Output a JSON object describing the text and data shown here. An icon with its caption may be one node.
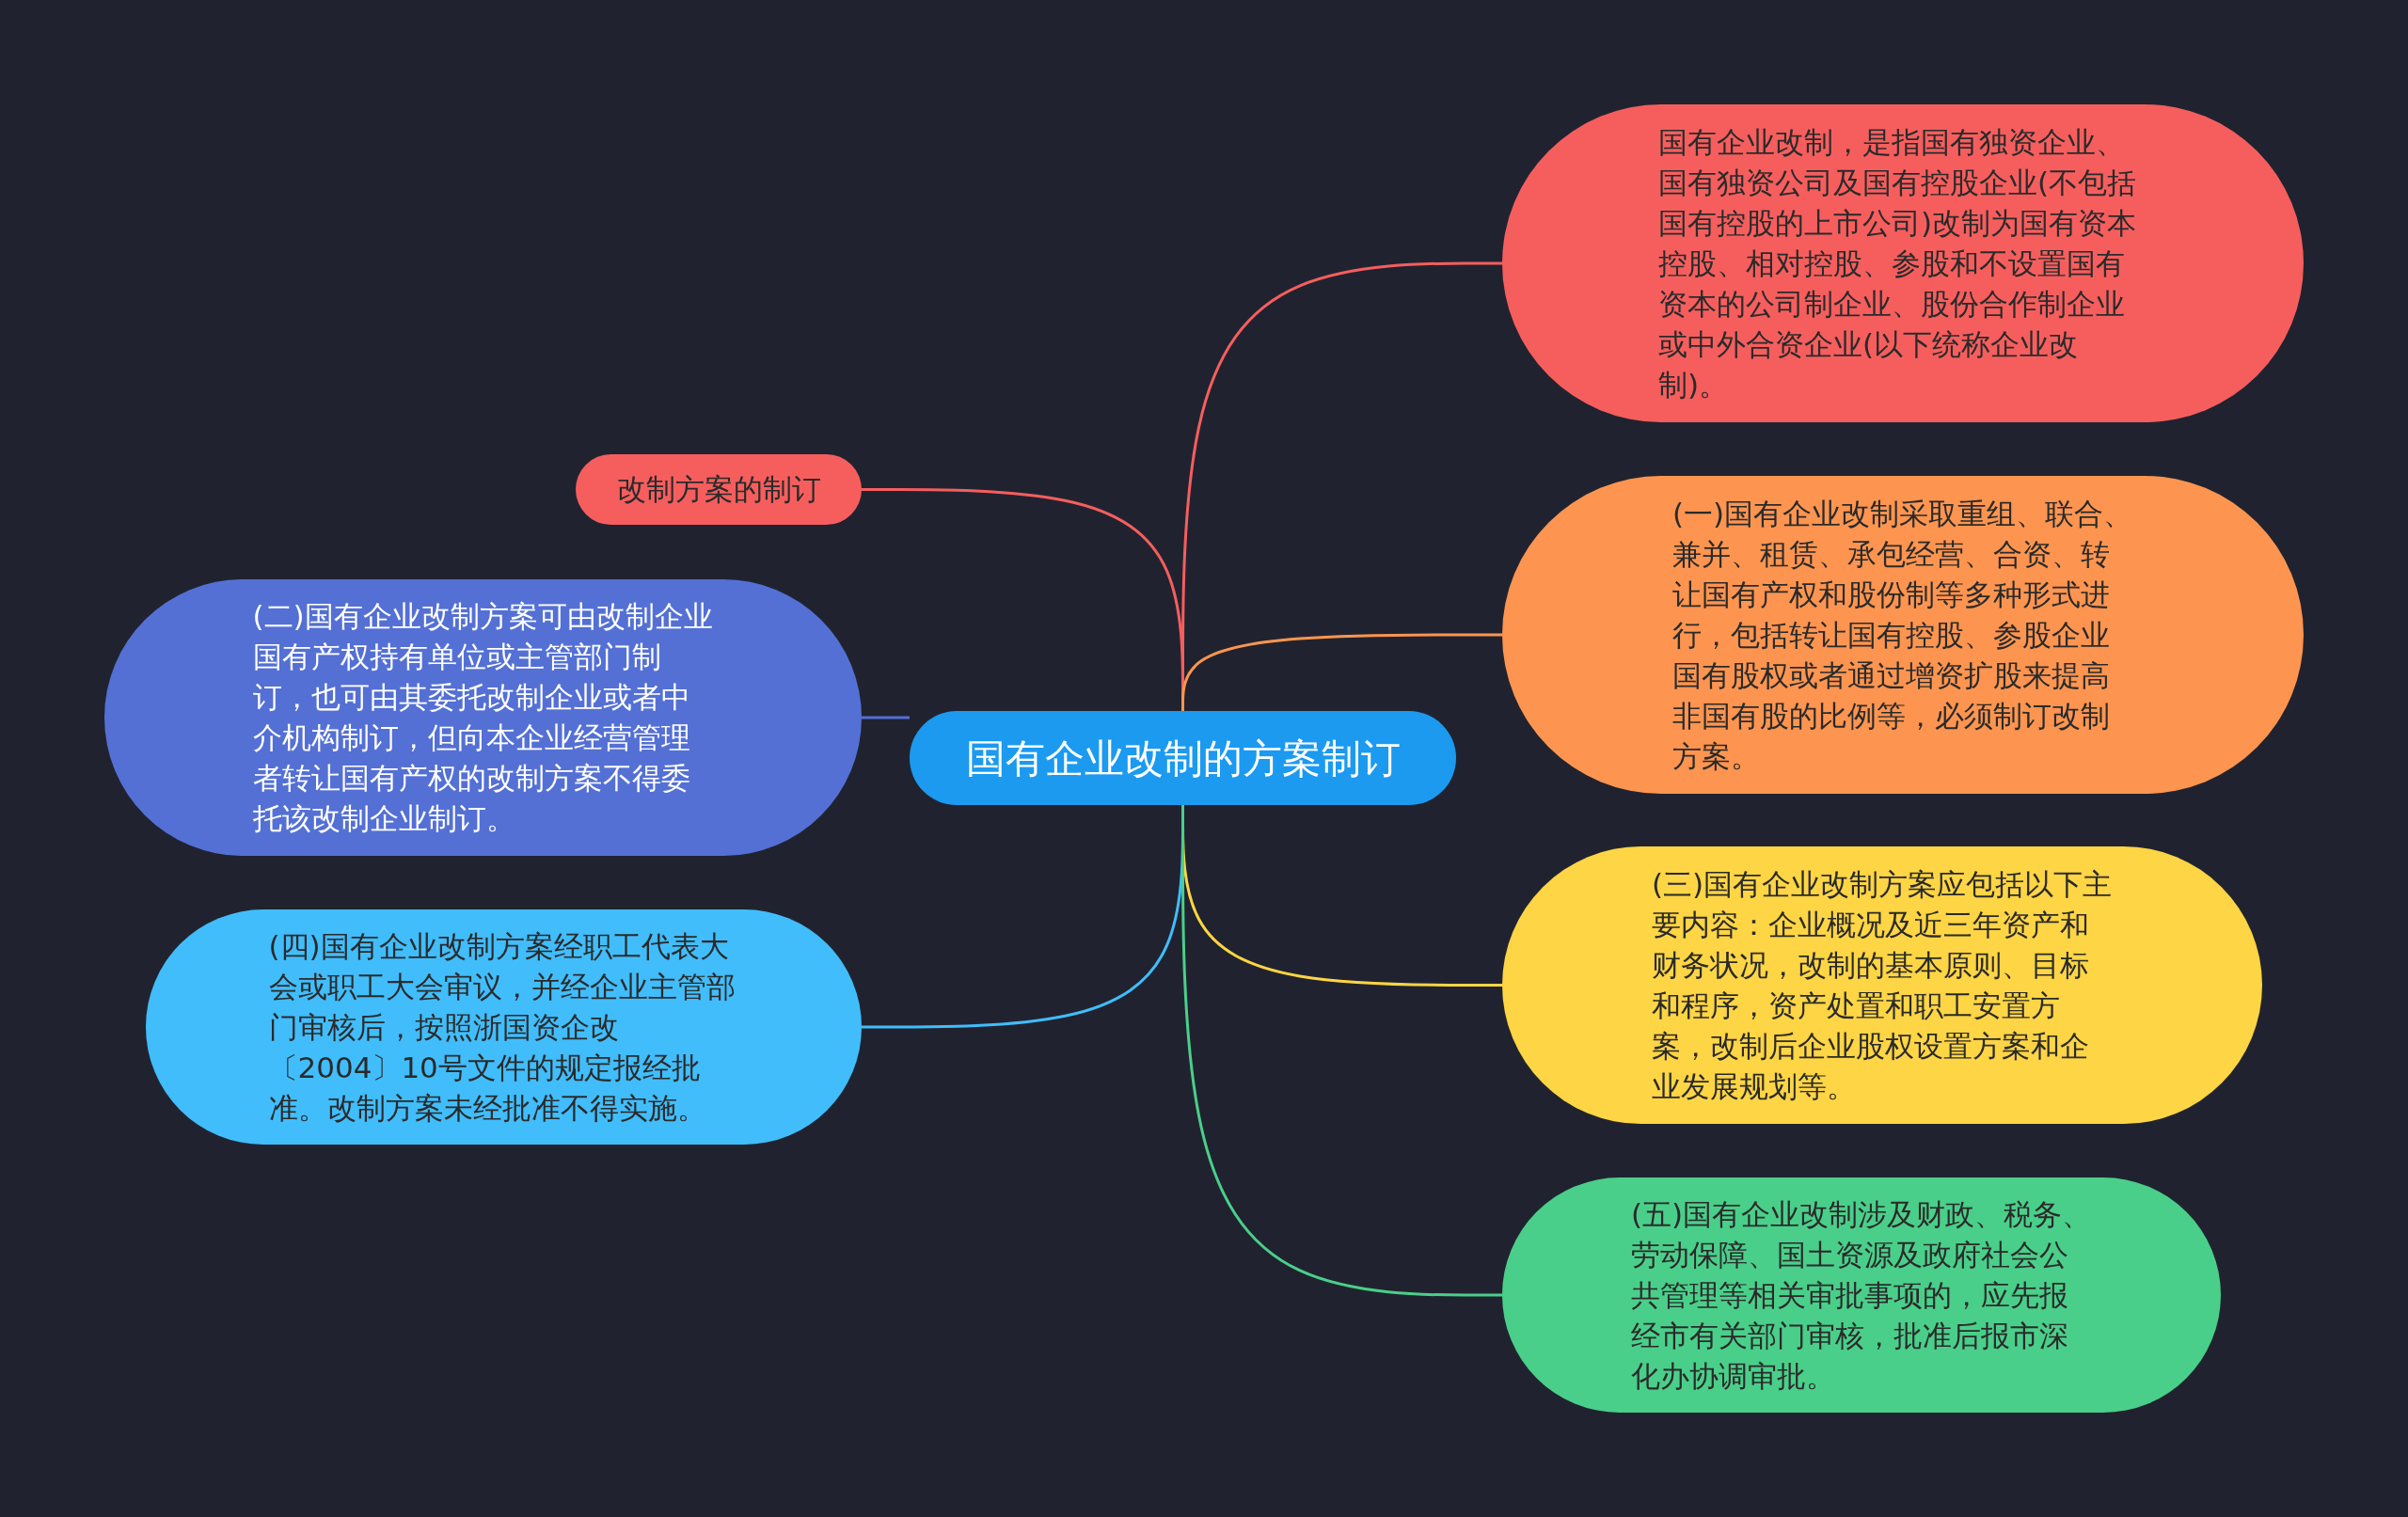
{
  "diagram": {
    "nodes": [
      {
        "text": [
          "国有企业改制的方案制订"
        ]
      },
      {
        "text": [
          "改制方案的制订"
        ]
      },
      {
        "text": [
          "国有企业改制，是指国有独资企业、国有独资公司及国有控股企业(不包括国有控股的上市公司)改制为国有资本控股、相对控股、参股和不设置国有资本的公司制企业、股份合作制企业或中外合资企业(以下统称企业改制)。"
        ]
      },
      {
        "text": [
          "(一)国有企业改制采取重组、联合、兼并、租赁、承包经营、合资、转让国有产权和股份制等多种形式进行，包括转让国有控股、参股企业国有股权或者通过增资扩股来提高非国有股的比例等，必须制订改制方案。"
        ]
      },
      {
        "text": [
          "(二)国有企业改制方案可由改制企业国有产权持有单位或主管部门制订，也可由其委托改制企业或者中介机构制订，但向本企业经营管理者转让国有产权的改制方案不得委托该改制企业制订。"
        ]
      },
      {
        "text": [
          "(四)国有企业改制方案经职工代表大会或职工大会审议，并经企业主管部门审核后，按照浙国资企改〔2004〕10号文件的规定报经批准。改制方案未经批准不得实施。"
        ]
      },
      {
        "text": [
          "(三)国有企业改制方案应包括以下主要内容：企业概况及近三年资产和财务状况，改制的基本原则、目标和程序，资产处置和职工安置方案，改制后企业股权设置方案和企业发展规划等。"
        ]
      },
      {
        "text": [
          "(五)国有企业改制涉及财政、税务、劳动保障、国土资源及政府社会公共管理等相关审批事项的，应先报经市有关部门审核，批准后报市深化办协调审批。"
        ]
      }
    ],
    "edges": [
      {
        "from": 0,
        "to": 1,
        "arrow": "none",
        "color": "#f65e5e"
      },
      {
        "from": 0,
        "to": 2,
        "arrow": "none",
        "color": "#f65e5e"
      },
      {
        "from": 0,
        "to": 3,
        "arrow": "none",
        "color": "#fd9550"
      },
      {
        "from": 0,
        "to": 4,
        "arrow": "none",
        "color": "#5470d5"
      },
      {
        "from": 0,
        "to": 5,
        "arrow": "none",
        "color": "#41bdfb"
      },
      {
        "from": 0,
        "to": 6,
        "arrow": "none",
        "color": "#fed544"
      },
      {
        "from": 0,
        "to": 7,
        "arrow": "none",
        "color": "#4acf8a"
      }
    ]
  }
}
